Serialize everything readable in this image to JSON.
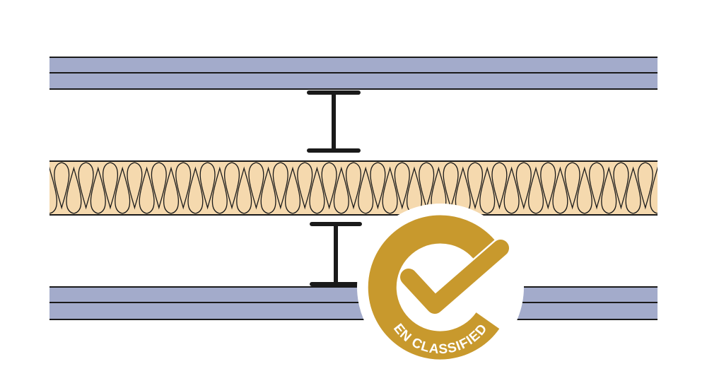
{
  "colors": {
    "background": "#ffffff",
    "board": "#a3abcb",
    "outline": "#1a1a1a",
    "insulation": "#f5d9ae",
    "badge_gold": "#c8992d",
    "badge_text": "#ffffff"
  },
  "badge": {
    "text": "EN CLASSIFIED",
    "icon": "checkmark-icon"
  },
  "layers": [
    {
      "name": "top-board-outer",
      "material": "plasterboard"
    },
    {
      "name": "top-board-inner",
      "material": "plasterboard"
    },
    {
      "name": "insulation",
      "material": "mineral-wool"
    },
    {
      "name": "bottom-board-inner",
      "material": "plasterboard"
    },
    {
      "name": "bottom-board-outer",
      "material": "plasterboard"
    }
  ],
  "studs": [
    "upper-i-stud",
    "lower-i-stud"
  ]
}
